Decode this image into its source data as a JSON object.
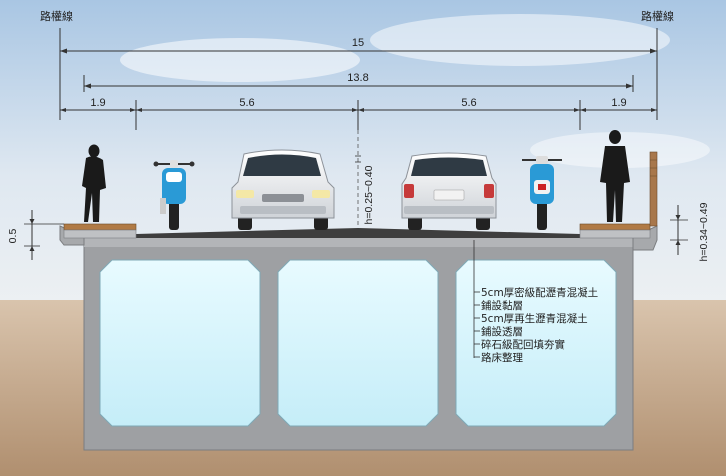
{
  "labels": {
    "row_left": "路權線",
    "row_right": "路權線"
  },
  "dimensions": {
    "total": "15",
    "roadway": "13.8",
    "left_sidewalk": "1.9",
    "left_lane": "5.6",
    "right_lane": "5.6",
    "right_sidewalk": "1.9",
    "curb_height": "0.5",
    "pavement_thickness": "h=0.25~0.40",
    "right_height": "h=0.34~0.49"
  },
  "legend": [
    "5cm厚密級配瀝青混凝土",
    "鋪設黏層",
    "5cm厚再生瀝青混凝土",
    "鋪設透層",
    "碎石級配回填夯實",
    "路床整理"
  ],
  "colors": {
    "sky_top": "#a9c6e3",
    "sky_bottom": "#e8eef4",
    "ground": "#b89a7a",
    "concrete": "#9ea0a3",
    "cell_water": "#d8f3fb",
    "asphalt": "#3e3e3e",
    "sidewalk": "#b07a45",
    "moto_blue": "#2a9ad6"
  }
}
